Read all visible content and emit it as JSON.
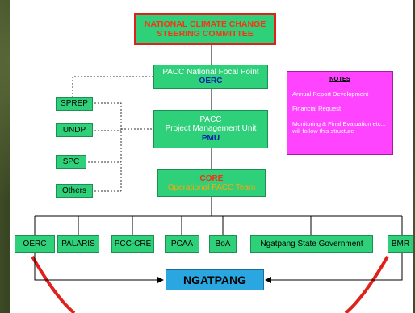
{
  "steering": {
    "line1": "NATIONAL CLIMATE CHANGE",
    "line2": "STEERING COMMITTEE"
  },
  "focal": {
    "line1": "PACC National Focal Point",
    "line2": "OERC"
  },
  "pmu": {
    "line1": "PACC",
    "line2": "Project Management Unit",
    "line3": "PMU"
  },
  "core": {
    "line1": "CORE",
    "line2": "Operational PACC Team"
  },
  "partners": [
    "SPREP",
    "UNDP",
    "SPC",
    "Others"
  ],
  "notes": {
    "title": "NOTES",
    "items": [
      "Annual Report Development",
      "Financial Request",
      "Monitoring & Final Evaluation etc... will follow this structure"
    ]
  },
  "members": [
    "OERC",
    "PALARIS",
    "PCC-CRE",
    "PCAA",
    "BoA",
    "Ngatpang State Government",
    "BMR"
  ],
  "target": "NGATPANG",
  "colors": {
    "box_green": "#2fd07a",
    "notes_pink": "#ff44ff",
    "target_blue": "#2aa6e0",
    "accent_red": "#e0201b"
  }
}
